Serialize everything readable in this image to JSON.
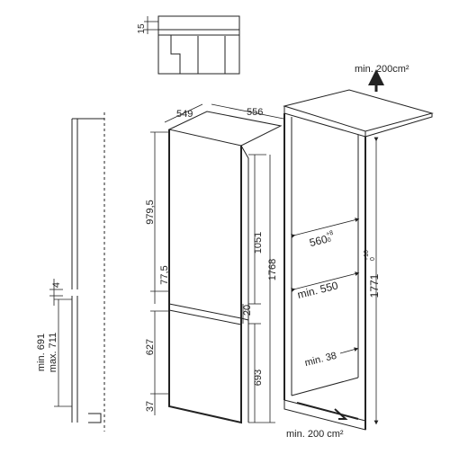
{
  "detail": {
    "dim_15": "15"
  },
  "door_side": {
    "dim_4": "4",
    "min_label": "min. 691",
    "max_label": "max. 711"
  },
  "appliance": {
    "depth_top": "549",
    "width_top": "556",
    "upper_door": "979,5",
    "upper_total": "1051",
    "overall_height": "1768",
    "upper_offset": "77,5",
    "gap": "20",
    "lower_door": "627",
    "lower_total": "693",
    "bottom": "37"
  },
  "niche": {
    "vent_top": "min. 200cm²",
    "inner_width": "560",
    "inner_width_tol_up": "+8",
    "inner_width_tol_down": "0",
    "depth_min": "min. 550",
    "height": "1771",
    "height_tol_up": "+10",
    "height_tol_down": "0",
    "side_min": "min. 38",
    "vent_bottom": "min. 200 cm²"
  }
}
